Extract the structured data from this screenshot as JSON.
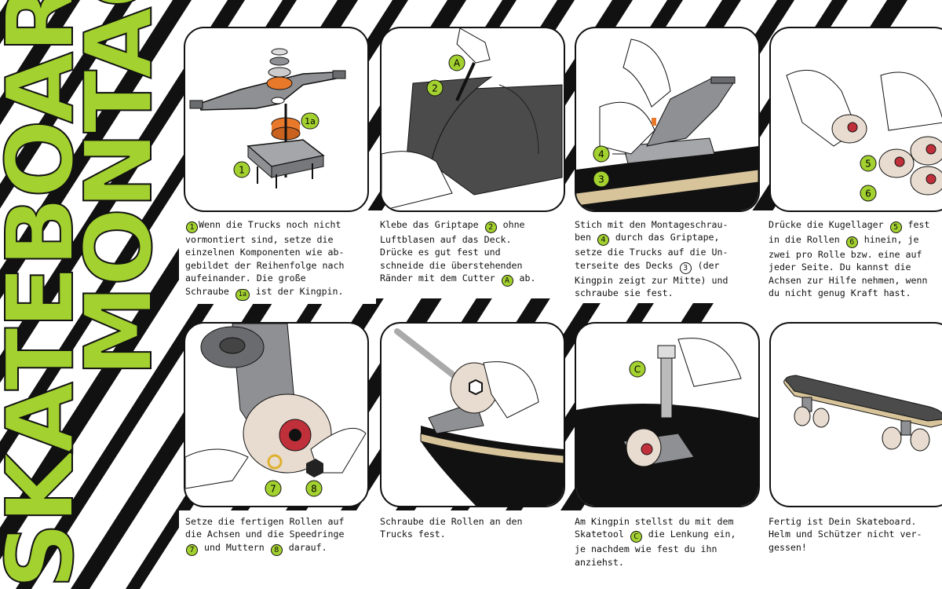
{
  "title": {
    "line1": "SKATEBOARD",
    "line2": "MONTAGE"
  },
  "colors": {
    "accent": "#a3d12f",
    "orange": "#e8782a",
    "grip": "#4b4b4b",
    "metal": "#8f9093",
    "wood": "#d8c49b",
    "black": "#111111"
  },
  "steps": [
    {
      "labels": [
        "1",
        "1a"
      ],
      "caption": [
        {
          "badge": "1"
        },
        {
          "text": "Wenn die Trucks noch nicht\nvormontiert sind, setze die\neinzelnen Komponenten wie ab-\ngebildet der Reihenfolge nach\naufeinander. Die große\nSchraube "
        },
        {
          "badge": "1a"
        },
        {
          "text": " ist der Kingpin."
        }
      ]
    },
    {
      "labels": [
        "A",
        "2"
      ],
      "caption": [
        {
          "text": "Klebe das Griptape "
        },
        {
          "badge": "2"
        },
        {
          "text": " ohne\nLuftblasen auf das Deck.\nDrücke es gut fest und\nschneide die überstehenden\nRänder mit dem Cutter "
        },
        {
          "badge": "A"
        },
        {
          "text": " ab."
        }
      ]
    },
    {
      "labels": [
        "4",
        "3"
      ],
      "caption": [
        {
          "text": "Stich mit den Montageschrau-\nben "
        },
        {
          "badge": "4"
        },
        {
          "text": " durch das Griptape,\nsetze die Trucks auf die Un-\nterseite des Decks "
        },
        {
          "badge_white": "3"
        },
        {
          "text": " (der\nKingpin zeigt zur Mitte) und\nschraube sie fest."
        }
      ]
    },
    {
      "labels": [
        "5",
        "6"
      ],
      "caption": [
        {
          "text": "Drücke die Kugellager "
        },
        {
          "badge": "5"
        },
        {
          "text": " fest\nin die Rollen "
        },
        {
          "badge": "6"
        },
        {
          "text": " hinein, je\nzwei pro Rolle bzw. eine auf\njeder Seite. Du kannst die\nAchsen zur Hilfe nehmen, wenn\ndu nicht genug Kraft hast."
        }
      ]
    },
    {
      "labels": [
        "7",
        "8"
      ],
      "caption": [
        {
          "text": "Setze die fertigen Rollen auf\ndie Achsen und die Speedringe\n"
        },
        {
          "badge": "7"
        },
        {
          "text": " und Muttern "
        },
        {
          "badge": "8"
        },
        {
          "text": " darauf."
        }
      ]
    },
    {
      "labels": [],
      "caption": [
        {
          "text": "Schraube die Rollen an den\nTrucks fest."
        }
      ]
    },
    {
      "labels": [
        "C"
      ],
      "caption": [
        {
          "text": "Am Kingpin stellst du mit dem\nSkatetool "
        },
        {
          "badge": "C"
        },
        {
          "text": " die Lenkung ein,\nje nachdem wie fest du ihn\nanziehst."
        }
      ]
    },
    {
      "labels": [],
      "caption": [
        {
          "text": "Fertig ist Dein Skateboard.\nHelm und Schützer nicht ver-\ngessen!"
        }
      ]
    }
  ]
}
